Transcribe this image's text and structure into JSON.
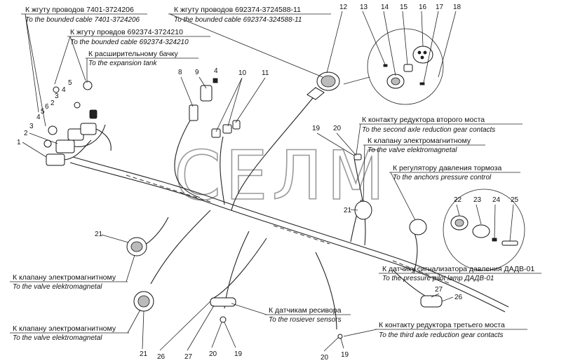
{
  "watermark": "СЕЛМ",
  "callouts": [
    {
      "id": "c-7401",
      "ru": "К жгуту проводов 7401-3724206",
      "en": "To the bounded cable 7401-3724206"
    },
    {
      "id": "c-692374-724588",
      "ru": "К жгуту проводов 692374-3724588-11",
      "en": "To the bounded cable 692374-324588-11"
    },
    {
      "id": "c-692374-724210",
      "ru": "К жгуту провдов 692374-3724210",
      "en": "To the bounded cable 692374-324210"
    },
    {
      "id": "c-tank",
      "ru": "К расширительному бачку",
      "en": "To the expansion tank"
    },
    {
      "id": "c-axle2",
      "ru": "К контакту редуктора второго моста",
      "en": "To the second axle reduction gear contacts"
    },
    {
      "id": "c-valve-r",
      "ru": "К клапану электромагнитному",
      "en": "To the valve elektromagnetal"
    },
    {
      "id": "c-brake",
      "ru": "К регулятору давления тормоза",
      "en": "To the anchors pressure control"
    },
    {
      "id": "c-pilot",
      "ru": "К датчику сигнализатора давления ДАДВ-01",
      "en": "To the pressure pilot lamp ДАДВ-01"
    },
    {
      "id": "c-valve-l1",
      "ru": "К клапану электромагнитному",
      "en": "To the valve elektromagnetal"
    },
    {
      "id": "c-valve-l2",
      "ru": "К клапану электромагнитному",
      "en": "To the valve elektromagnetal"
    },
    {
      "id": "c-receiver",
      "ru": "К датчикам ресивора",
      "en": "To the rosiever sensors"
    },
    {
      "id": "c-axle3",
      "ru": "К контакту редуктора третьего моста",
      "en": "To the third axle reduction gear contacts"
    }
  ],
  "numbers": [
    "1",
    "2",
    "3",
    "4",
    "5",
    "6",
    "2",
    "3",
    "4",
    "5",
    "8",
    "9",
    "4",
    "10",
    "11",
    "12",
    "13",
    "14",
    "15",
    "16",
    "17",
    "18",
    "19",
    "20",
    "21",
    "22",
    "23",
    "24",
    "25",
    "21",
    "21",
    "26",
    "27",
    "20",
    "19",
    "26",
    "27",
    "20",
    "19"
  ]
}
